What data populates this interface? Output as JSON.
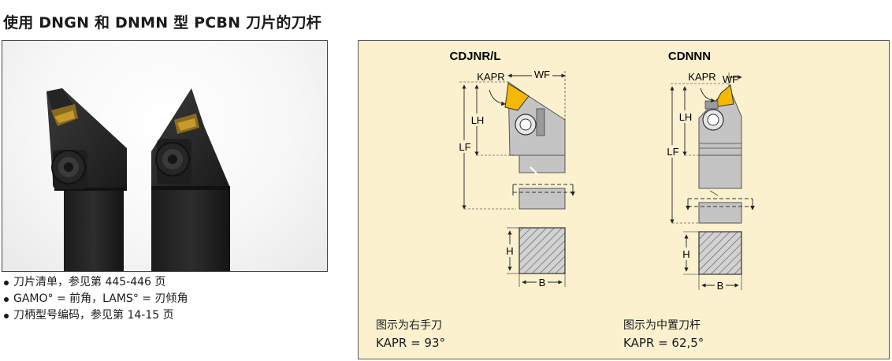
{
  "page": {
    "title": "使用 DNGN 和 DNMN 型 PCBN 刀片的刀杆"
  },
  "bullets": [
    "刀片清单，参见第 445-446 页",
    "GAMO° = 前角，LAMS° = 刃倾角",
    "刀柄型号编码，参见第 14-15 页"
  ],
  "diagrams": {
    "left": {
      "heading": "CDJNR/L",
      "dim_kapr": "KAPR",
      "dim_wf": "WF",
      "dim_lh": "LH",
      "dim_lf": "LF",
      "dim_h": "H",
      "dim_b": "B",
      "caption_line1": "图示为右手刀",
      "caption_line2": "KAPR = 93°"
    },
    "right": {
      "heading": "CDNNN",
      "dim_kapr": "KAPR",
      "dim_wf": "WF",
      "dim_lh": "LH",
      "dim_lf": "LF",
      "dim_h": "H",
      "dim_b": "B",
      "caption_line1": "图示为中置刀杆",
      "caption_line2": "KAPR = 62,5°"
    }
  },
  "colors": {
    "panel_bg": "#fbf1cf",
    "insert_yellow": "#f5b800",
    "holder_gray": "#c8c8c8",
    "tool_dark": "#2a2a2a"
  }
}
